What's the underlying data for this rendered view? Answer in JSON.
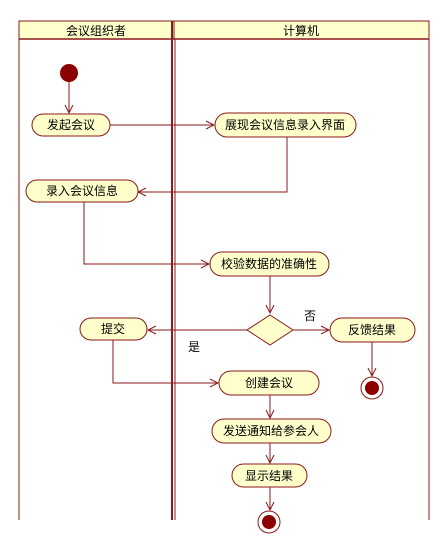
{
  "lanes": [
    {
      "id": "organizer",
      "title": "会议组织者"
    },
    {
      "id": "computer",
      "title": "计算机"
    }
  ],
  "actions": [
    {
      "id": "initiate",
      "label": "发起会议"
    },
    {
      "id": "show-entry",
      "label": "展现会议信息录入界面"
    },
    {
      "id": "enter-info",
      "label": "录入会议信息"
    },
    {
      "id": "validate",
      "label": "校验数据的准确性"
    },
    {
      "id": "submit",
      "label": "提交"
    },
    {
      "id": "feedback",
      "label": "反馈结果"
    },
    {
      "id": "create",
      "label": "创建会议"
    },
    {
      "id": "notify",
      "label": "发送通知给参会人"
    },
    {
      "id": "show-result",
      "label": "显示结果"
    }
  ],
  "guards": {
    "no": "否",
    "yes": "是"
  },
  "colors": {
    "lane_header_fill": "#ffffcc",
    "action_fill": "#ffffcc",
    "line": "#8b1a1a",
    "node_fill": "#8b0000"
  }
}
